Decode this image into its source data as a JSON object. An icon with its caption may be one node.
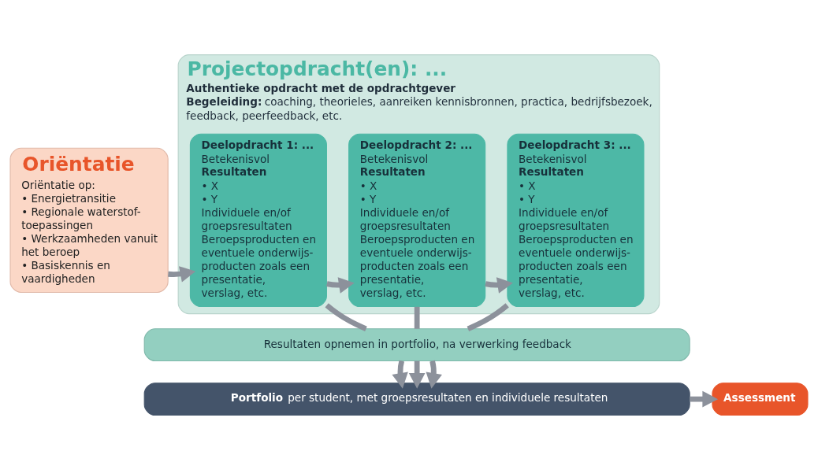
{
  "diagram": {
    "nodes": [
      {
        "text": [
          "Oriëntatie",
          "Oriëntatie op:",
          "• Energietransitie",
          "• Regionale waterstof-toepassingen",
          "• Werkzaamheden vanuit het beroep",
          "• Basiskennis en vaardigheden"
        ]
      },
      {
        "text": [
          "Projectopdracht(en): ...",
          "Authentieke opdracht met de opdrachtgever",
          "**Begeleiding:** coaching, theorieles, aanreiken kennisbronnen, practica, bedrijfsbezoek, feedback, peerfeedback, etc."
        ]
      },
      {
        "text": [
          "Deelopdracht 1: ...",
          "Betekenisvol",
          "Resultaten",
          "• X",
          "• Y",
          "Individuele en/of groepsresultaten",
          "Beroepsproducten en eventuele onderwijs-producten zoals een presentatie, verslag, etc."
        ],
        "in": 1
      },
      {
        "text": [
          "Deelopdracht 2: ...",
          "Betekenisvol",
          "Resultaten",
          "• X",
          "• Y",
          "Individuele en/of groepsresultaten",
          "Beroepsproducten en eventuele onderwijs-producten zoals een presentatie, verslag, etc."
        ],
        "in": 1
      },
      {
        "text": [
          "Deelopdracht 3: ...",
          "Betekenisvol",
          "Resultaten",
          "• X",
          "• Y",
          "Individuele en/of groepsresultaten",
          "Beroepsproducten en eventuele onderwijs-producten zoals een presentatie, verslag, etc."
        ],
        "in": 1
      },
      {
        "text": [
          "Resultaten opnemen in portfolio, na verwerking feedback"
        ]
      },
      {
        "text": [
          "**Portfolio** per student, met groepsresultaten en individuele resultaten"
        ]
      },
      {
        "text": [
          "Assessment"
        ]
      }
    ],
    "edges": [
      {
        "from": 0,
        "to": 2,
        "arrow": "to"
      },
      {
        "from": 2,
        "to": 3,
        "arrow": "to"
      },
      {
        "from": 3,
        "to": 4,
        "arrow": "to"
      },
      {
        "from": 2,
        "to": 5,
        "arrow": "none"
      },
      {
        "from": 3,
        "to": 5,
        "arrow": "none"
      },
      {
        "from": 4,
        "to": 5,
        "arrow": "none"
      },
      {
        "from": 5,
        "to": 6,
        "arrow": "to"
      },
      {
        "from": 5,
        "to": 6,
        "arrow": "to"
      },
      {
        "from": 5,
        "to": 6,
        "arrow": "to"
      },
      {
        "from": 6,
        "to": 7,
        "arrow": "to"
      }
    ]
  }
}
